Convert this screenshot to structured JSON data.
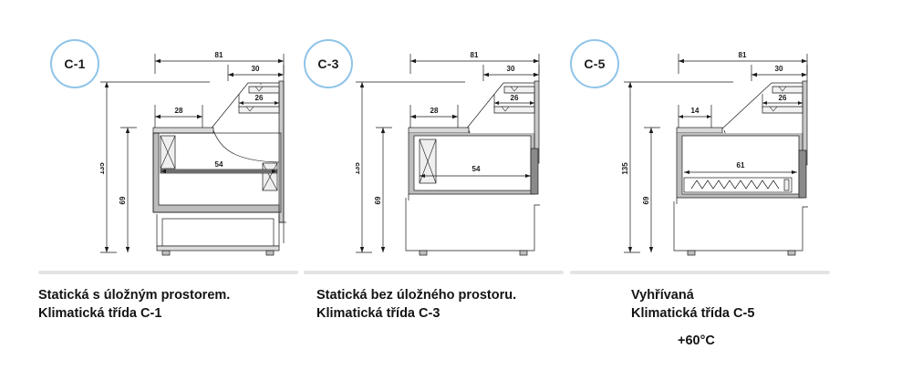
{
  "background": "#ffffff",
  "accent_circle_color": "#8fc4e8",
  "divider_color": "#e4e4e4",
  "line_color": "#1a1a1a",
  "panels": [
    {
      "badge": "C-1",
      "dimensions": {
        "total_width": "81",
        "upper_width": "30",
        "shelf_width": "26",
        "counter_depth": "28",
        "base_width": "54",
        "total_height": "135",
        "working_height": "69"
      },
      "caption_line1": "Statická s úložným prostorem.",
      "caption_line2": "Klimatická třída C-1",
      "temperature": ""
    },
    {
      "badge": "C-3",
      "dimensions": {
        "total_width": "81",
        "upper_width": "30",
        "shelf_width": "26",
        "counter_depth": "28",
        "base_width": "54",
        "total_height": "135",
        "working_height": "69"
      },
      "caption_line1": "Statická bez úložného prostoru.",
      "caption_line2": "Klimatická třída C-3",
      "temperature": ""
    },
    {
      "badge": "C-5",
      "dimensions": {
        "total_width": "81",
        "upper_width": "30",
        "shelf_width": "26",
        "counter_depth": "14",
        "base_width": "61",
        "total_height": "135",
        "working_height": "69"
      },
      "caption_line1": "Vyhřívaná",
      "caption_line2": "Klimatická třída C-5",
      "temperature": "+60°C"
    }
  ]
}
